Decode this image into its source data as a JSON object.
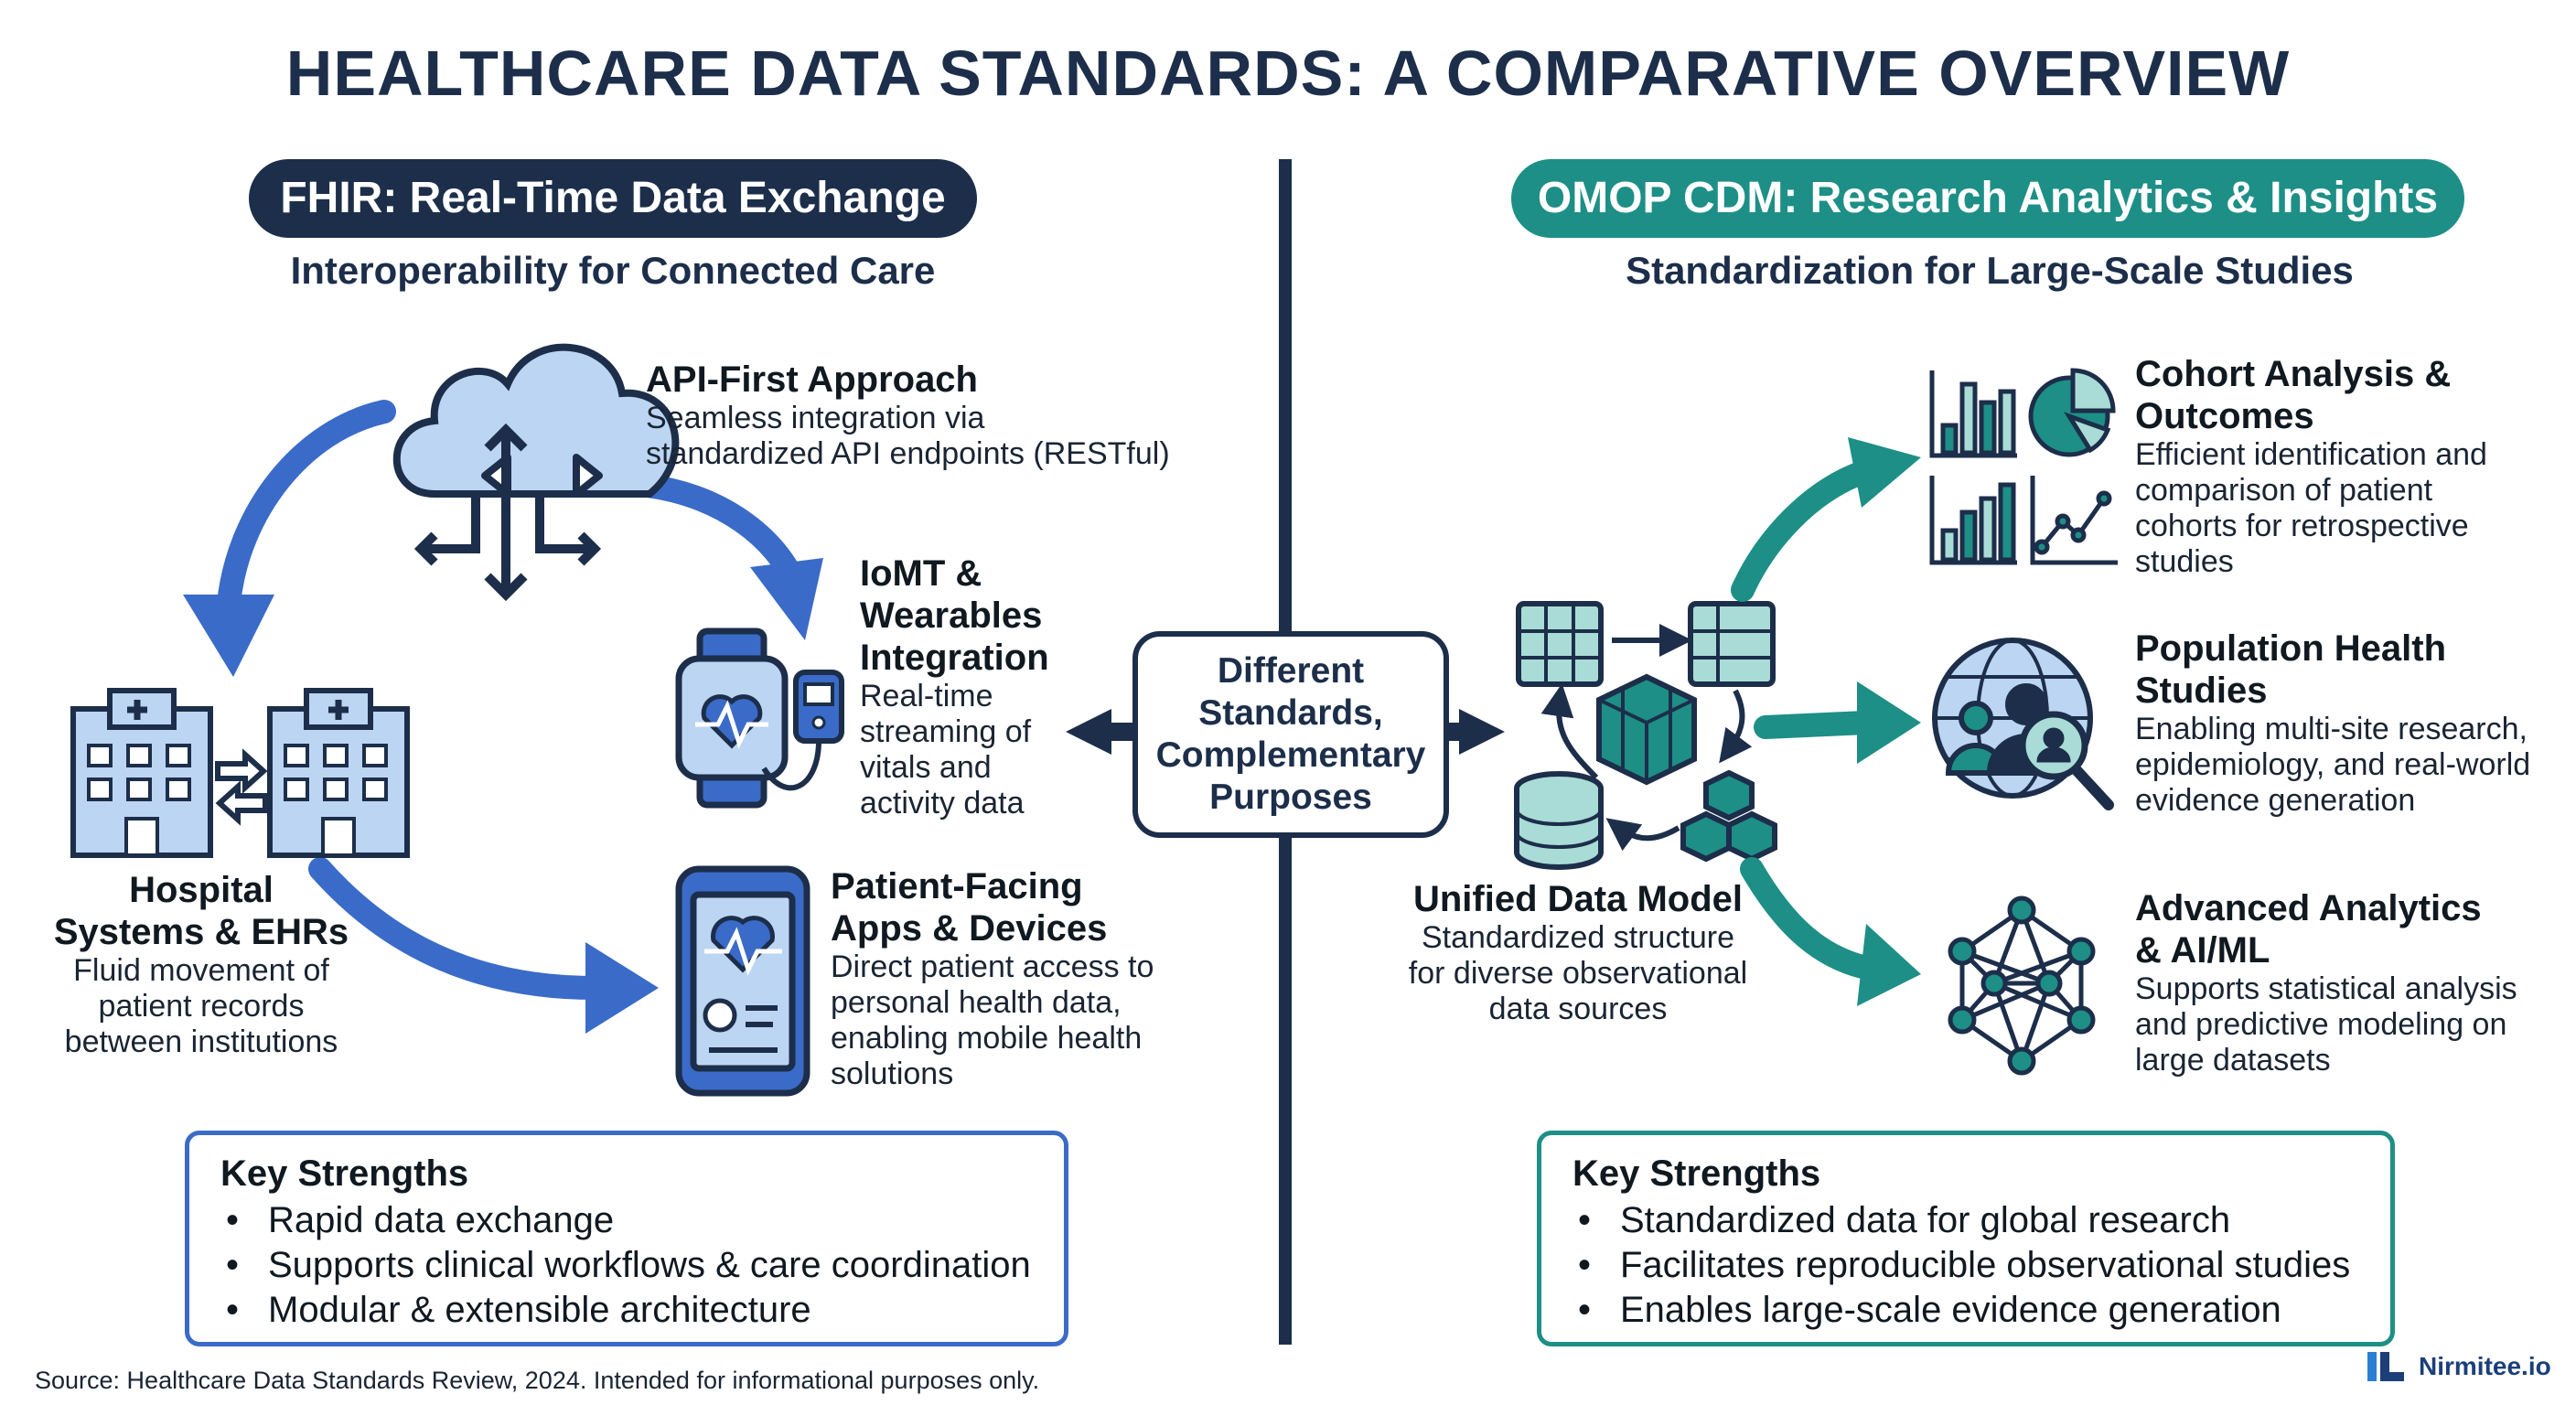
{
  "title": "HEALTHCARE DATA STANDARDS: A COMPARATIVE OVERVIEW",
  "fhir": {
    "heading": "FHIR: Real-Time Data Exchange",
    "subtitle": "Interoperability for Connected Care",
    "api": {
      "title": "API-First Approach",
      "desc": [
        "Seamless integration via",
        "standardized API endpoints (RESTful)"
      ]
    },
    "iomt": {
      "title": [
        "IoMT &",
        "Wearables",
        "Integration"
      ],
      "desc": [
        "Real-time",
        "streaming of",
        "vitals and",
        "activity data"
      ]
    },
    "hospital": {
      "title": [
        "Hospital",
        "Systems & EHRs"
      ],
      "desc": [
        "Fluid movement of",
        "patient records",
        "between institutions"
      ]
    },
    "apps": {
      "title": [
        "Patient-Facing",
        "Apps & Devices"
      ],
      "desc": [
        "Direct patient access to",
        "personal health data,",
        "enabling mobile health",
        "solutions"
      ]
    },
    "strengths": {
      "heading": "Key Strengths",
      "items": [
        "Rapid data exchange",
        "Supports clinical workflows & care coordination",
        "Modular & extensible architecture"
      ]
    }
  },
  "hub": [
    "Different",
    "Standards,",
    "Complementary",
    "Purposes"
  ],
  "omop": {
    "heading": "OMOP CDM: Research Analytics & Insights",
    "subtitle": "Standardization for Large-Scale Studies",
    "unified": {
      "title": "Unified Data Model",
      "desc": [
        "Standardized structure",
        "for diverse observational",
        "data sources"
      ]
    },
    "cohort": {
      "title": [
        "Cohort Analysis &",
        "Outcomes"
      ],
      "desc": [
        "Efficient identification and",
        "comparison of patient",
        "cohorts for retrospective",
        "studies"
      ]
    },
    "population": {
      "title": [
        "Population Health",
        "Studies"
      ],
      "desc": [
        "Enabling multi-site research,",
        "epidemiology, and real-world",
        "evidence generation"
      ]
    },
    "analytics": {
      "title": [
        "Advanced Analytics",
        "& AI/ML"
      ],
      "desc": [
        "Supports statistical analysis",
        "and predictive modeling on",
        "large datasets"
      ]
    },
    "strengths": {
      "heading": "Key Strengths",
      "items": [
        "Standardized data for global research",
        "Facilitates reproducible observational studies",
        "Enables large-scale evidence generation"
      ]
    }
  },
  "source": "Source: Healthcare Data Standards Review, 2024. Intended for informational purposes only.",
  "brand": "Nirmitee.io",
  "colors": {
    "navy": "#1c2e4a",
    "fhir_blue": "#3a6bc8",
    "omop_teal": "#1d8f86",
    "light_blue": "#bcd5f2",
    "light_teal": "#a9dcd6"
  }
}
